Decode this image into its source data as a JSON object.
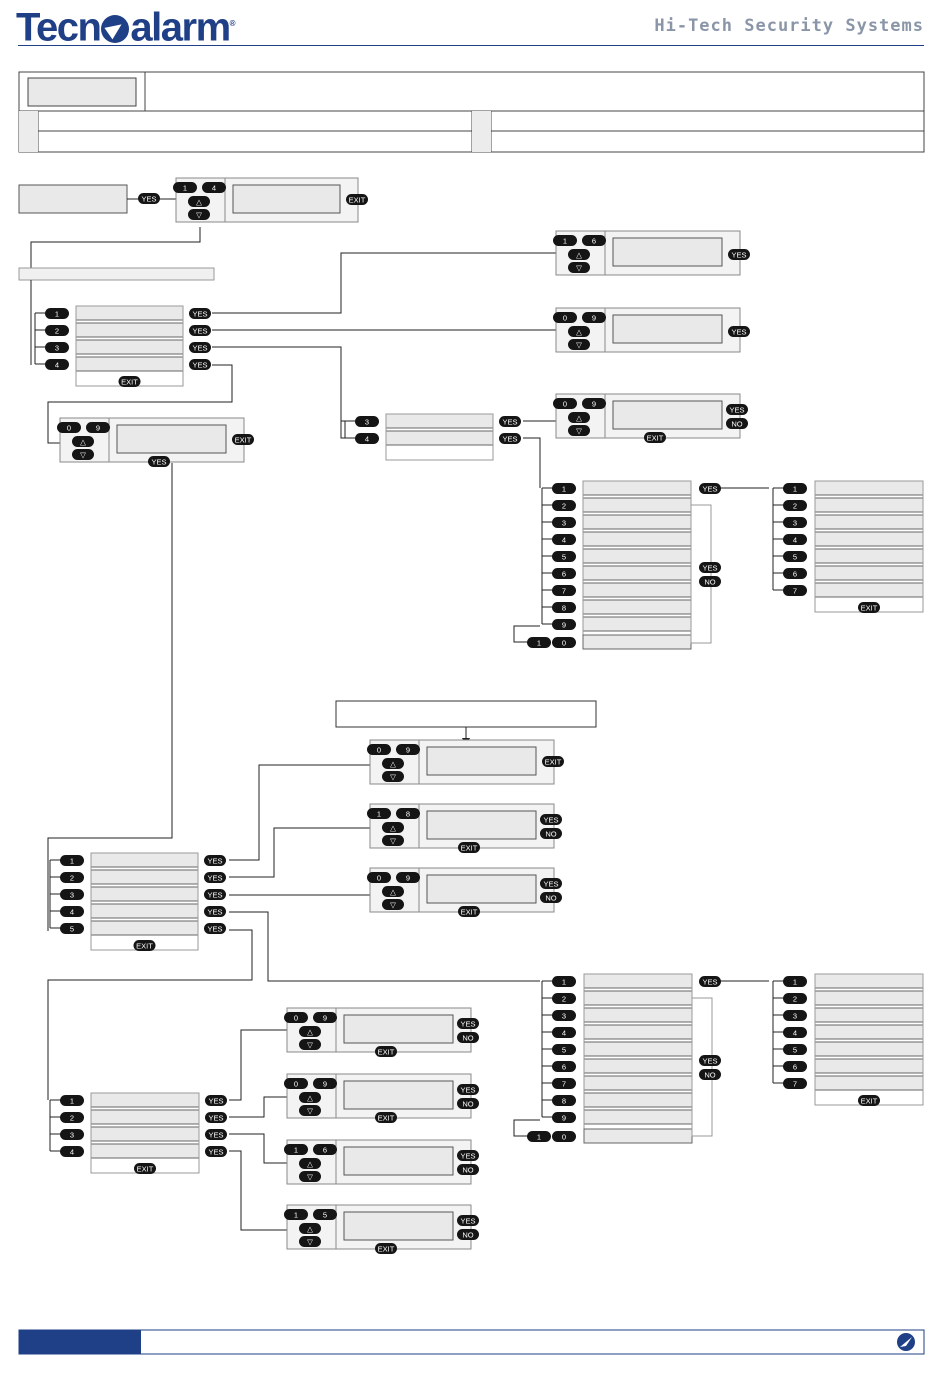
{
  "header": {
    "brand_pre": "Tecn",
    "brand_post": "alarm",
    "brand_mark": "®",
    "tagline": "Hi-Tech Security Systems"
  },
  "keys": {
    "yes": "YES",
    "no": "NO",
    "exit": "EXIT",
    "up": "△",
    "down": "▽"
  },
  "digits": [
    "0",
    "1",
    "2",
    "3",
    "4",
    "5",
    "6",
    "7",
    "8",
    "9"
  ],
  "icons": [
    "brand-logo-icon",
    "footer-logo-icon",
    "up-arrow-icon",
    "down-arrow-icon"
  ],
  "colors": {
    "brand_blue": "#1f3f86",
    "tagline_grey": "#8a96a8",
    "key_black": "#151515",
    "box_grey": "#e9e9e9",
    "panel_grey": "#f3f3f3"
  }
}
